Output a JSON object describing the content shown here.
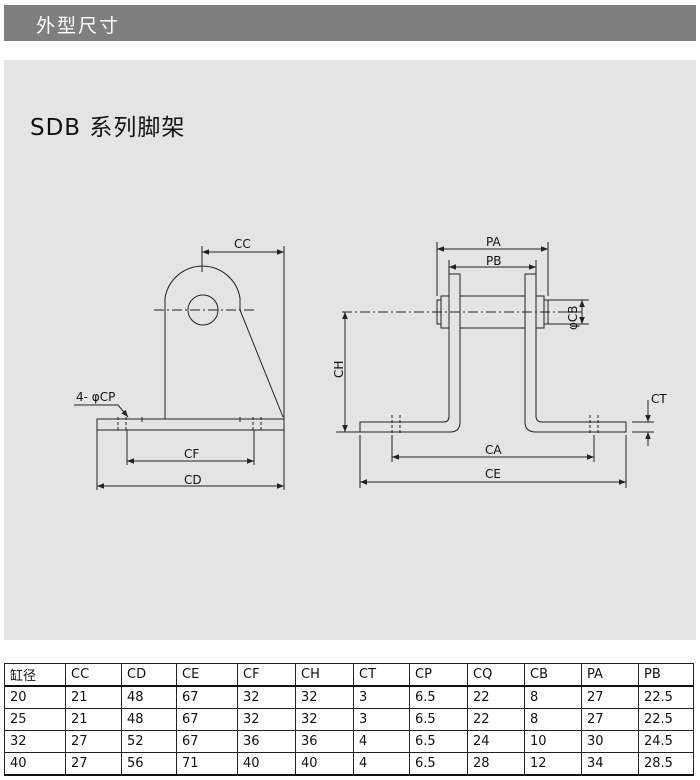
{
  "header": {
    "title": "外型尺寸"
  },
  "drawing": {
    "title": "SDB 系列脚架",
    "labels": {
      "cc": "CC",
      "cp": "4- φCP",
      "cf": "CF",
      "cd": "CD",
      "pa": "PA",
      "pb": "PB",
      "cb": "φCB",
      "ch": "CH",
      "ct": "CT",
      "ca": "CA",
      "ce": "CE"
    }
  },
  "table": {
    "headers": [
      "缸径",
      "CC",
      "CD",
      "CE",
      "CF",
      "CH",
      "CT",
      "CP",
      "CQ",
      "CB",
      "PA",
      "PB"
    ],
    "rows": [
      [
        "20",
        "21",
        "48",
        "67",
        "32",
        "32",
        "3",
        "6.5",
        "22",
        "8",
        "27",
        "22.5"
      ],
      [
        "25",
        "21",
        "48",
        "67",
        "32",
        "32",
        "3",
        "6.5",
        "22",
        "8",
        "27",
        "22.5"
      ],
      [
        "32",
        "27",
        "52",
        "67",
        "36",
        "36",
        "4",
        "6.5",
        "24",
        "10",
        "30",
        "24.5"
      ],
      [
        "40",
        "27",
        "56",
        "71",
        "40",
        "40",
        "4",
        "6.5",
        "28",
        "12",
        "34",
        "28.5"
      ]
    ]
  }
}
